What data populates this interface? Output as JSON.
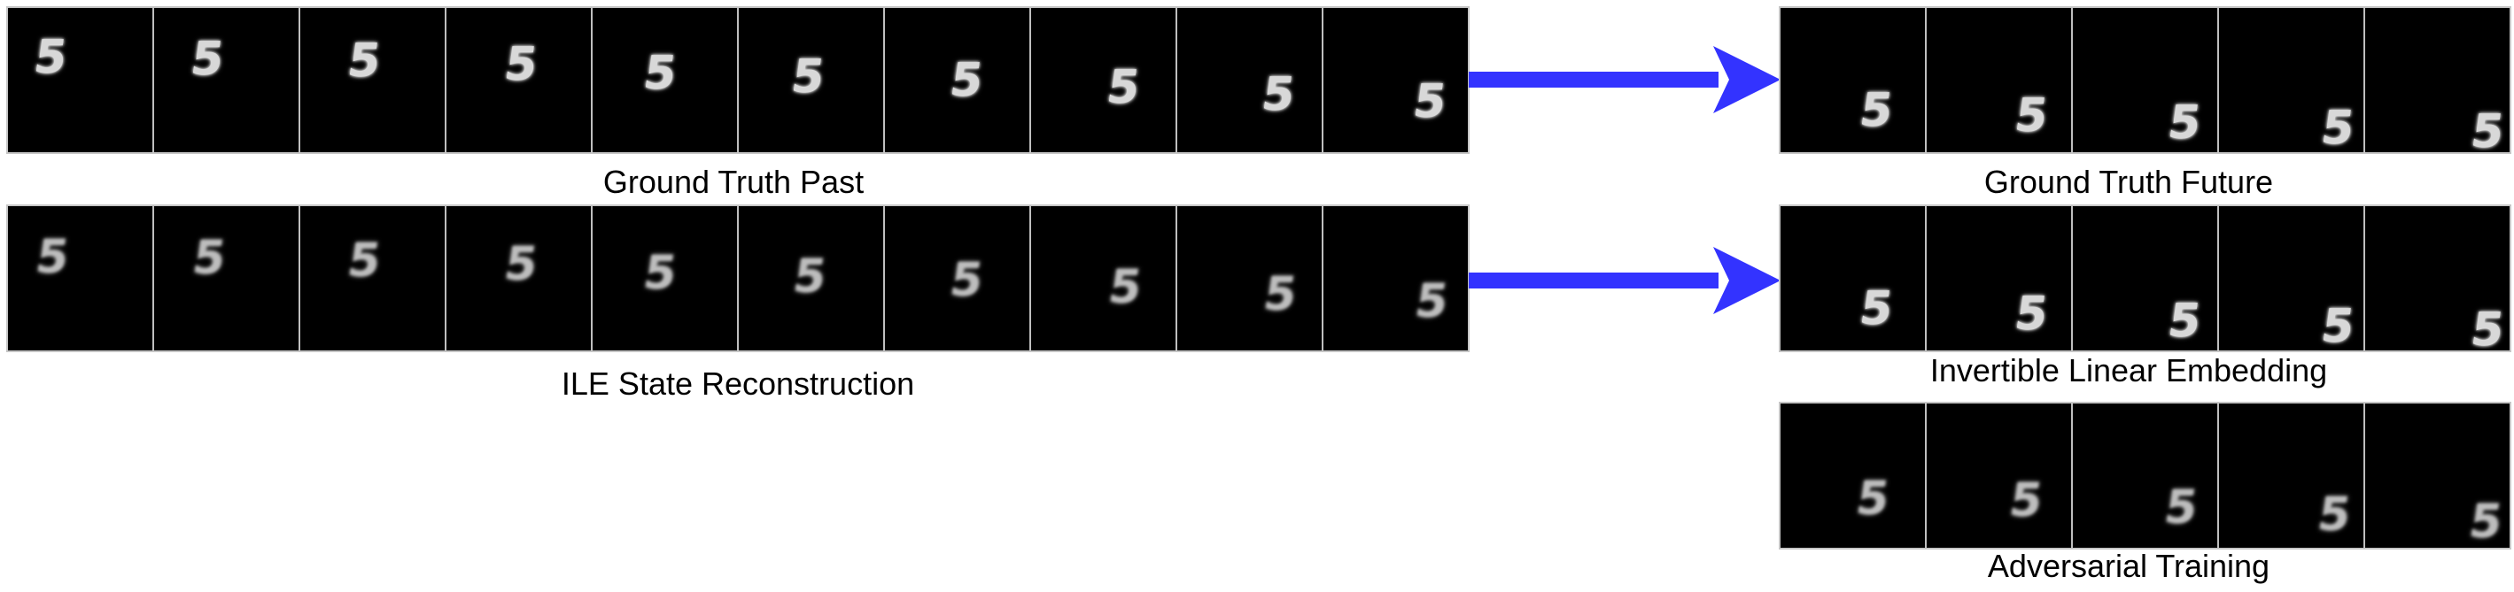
{
  "rows": [
    {
      "caption": "Ground Truth Past",
      "glyph": "5",
      "frames": 10
    },
    {
      "caption": "ILE State Reconstruction",
      "glyph": "5",
      "frames": 10
    }
  ],
  "predictions": [
    {
      "caption": "Ground Truth Future",
      "glyph": "5",
      "frames": 5
    },
    {
      "caption": "Invertible Linear Embedding",
      "glyph": "5",
      "frames": 5
    },
    {
      "caption": "Adversarial Training",
      "glyph": "5",
      "frames": 5
    }
  ],
  "arrow_color": "#3333ff",
  "arrow_icon": "right-arrow-icon"
}
